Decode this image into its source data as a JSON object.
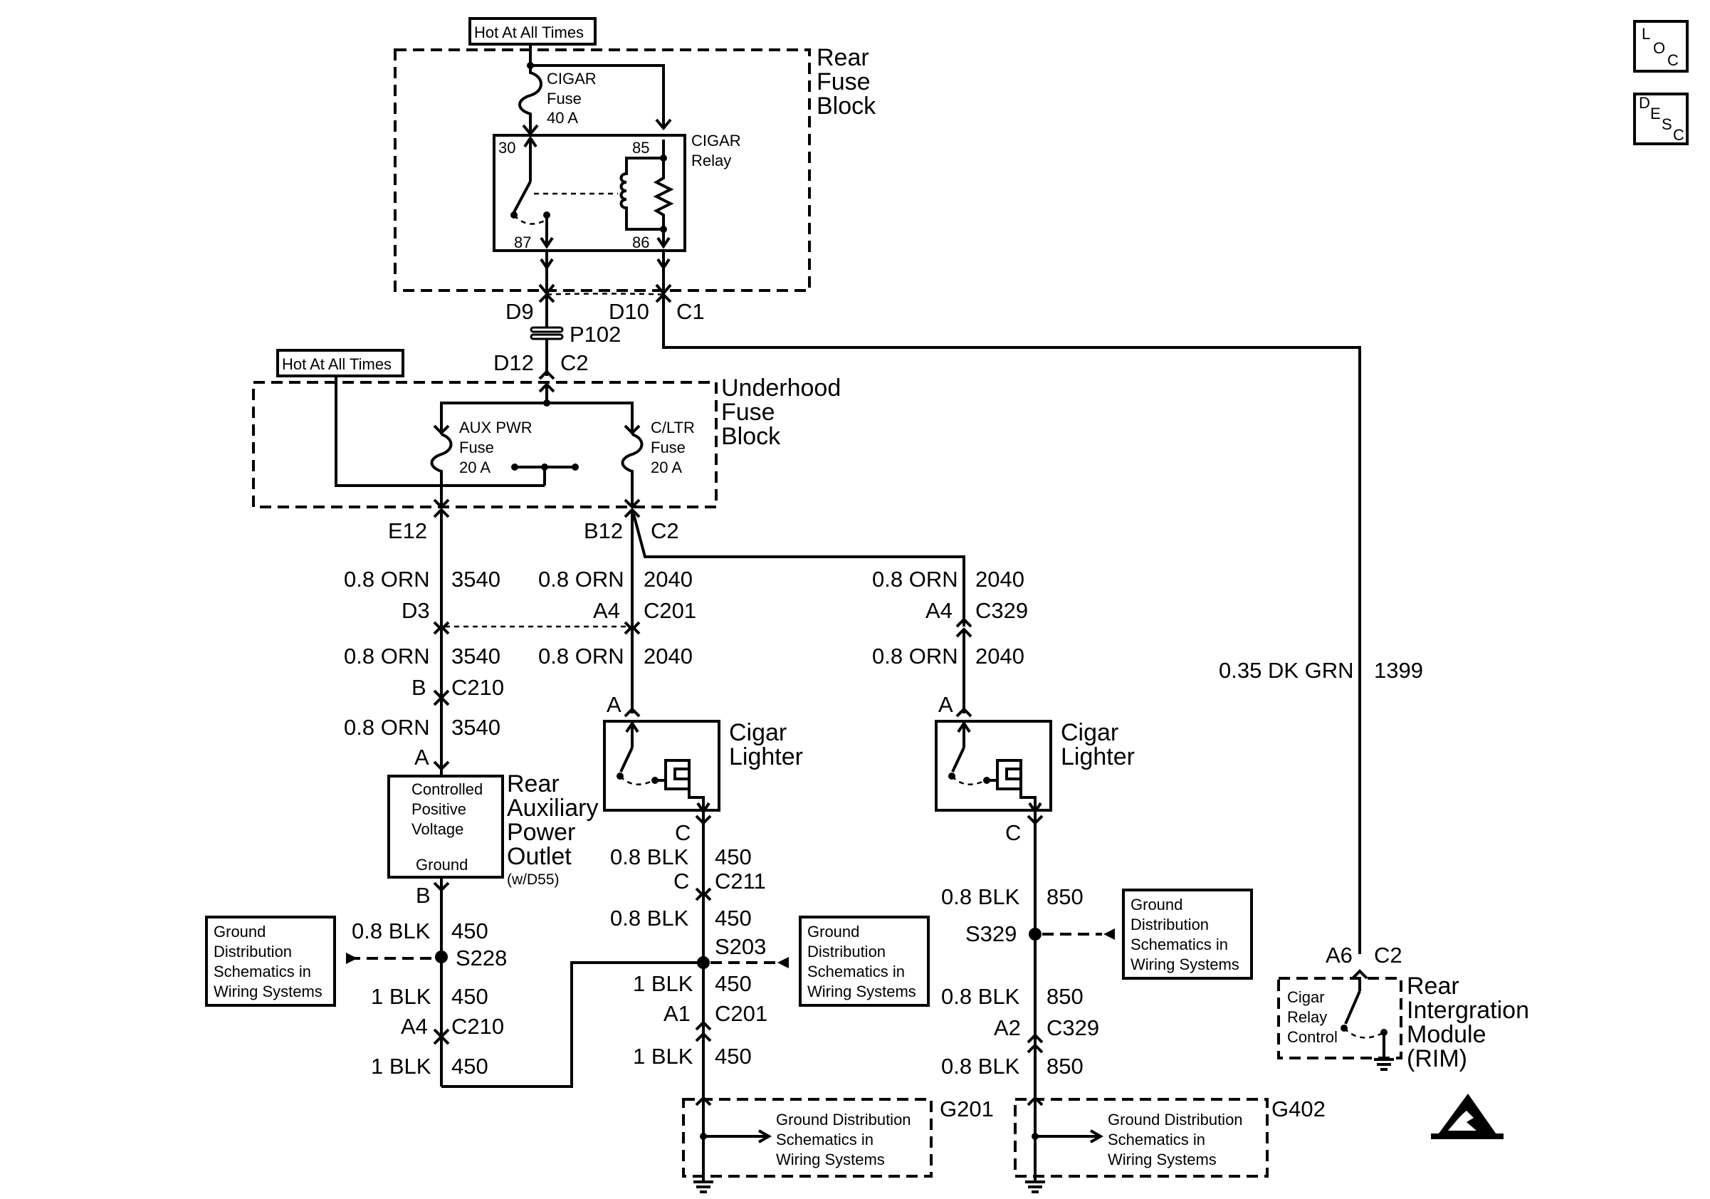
{
  "power_labels": {
    "hot_rear": "Hot At All Times",
    "hot_underhood": "Hot At All Times"
  },
  "icons": {
    "loc_box": {
      "l": "L",
      "o": "O",
      "c": "C"
    },
    "desc_box": {
      "d": "D",
      "e": "E",
      "s": "S",
      "c": "C"
    },
    "esd": "esd-warning-icon"
  },
  "rear_fuse_block": {
    "title": [
      "Rear",
      "Fuse",
      "Block"
    ],
    "fuse": [
      "CIGAR",
      "Fuse",
      "40 A"
    ],
    "relay": [
      "CIGAR",
      "Relay"
    ],
    "pins": {
      "p30": "30",
      "p85": "85",
      "p87": "87",
      "p86": "86"
    }
  },
  "connectors": {
    "d9": "D9",
    "d10": "D10",
    "c1": "C1",
    "p102": "P102",
    "d12": "D12",
    "c2_top": "C2",
    "e12": "E12",
    "b12": "B12",
    "c2_mid": "C2",
    "d3": "D3",
    "a4_c201": "A4",
    "c201_top": "C201",
    "a4_c329": "A4",
    "c329_top": "C329",
    "b_c210": "B",
    "c210_top": "C210",
    "a_outlet": "A",
    "a_lighter1": "A",
    "a_lighter2": "A",
    "b_outlet": "B",
    "c_lighter1": "C",
    "c_c211": "C",
    "c211": "C211",
    "c_lighter2": "C",
    "a4_c210": "A4",
    "c210_bot": "C210",
    "a1": "A1",
    "c201_bot": "C201",
    "a2": "A2",
    "c329_bot": "C329",
    "a6": "A6",
    "c2_rim": "C2"
  },
  "splices": {
    "s228": "S228",
    "s203": "S203",
    "s329": "S329"
  },
  "grounds": {
    "g201": "G201",
    "g402": "G402"
  },
  "underhood_fuse_block": {
    "title": [
      "Underhood",
      "Fuse",
      "Block"
    ],
    "aux_fuse": [
      "AUX PWR",
      "Fuse",
      "20 A"
    ],
    "cltr_fuse": [
      "C/LTR",
      "Fuse",
      "20 A"
    ]
  },
  "wires": {
    "orn_3540_a": [
      "0.8 ORN",
      "3540"
    ],
    "orn_2040_a": [
      "0.8 ORN",
      "2040"
    ],
    "orn_2040_b": [
      "0.8 ORN",
      "2040"
    ],
    "orn_3540_b": [
      "0.8 ORN",
      "3540"
    ],
    "orn_2040_c": [
      "0.8 ORN",
      "2040"
    ],
    "orn_2040_d": [
      "0.8 ORN",
      "2040"
    ],
    "orn_3540_c": [
      "0.8 ORN",
      "3540"
    ],
    "blk_450_a": [
      "0.8 BLK",
      "450"
    ],
    "blk_450_b": [
      "0.8 BLK",
      "450"
    ],
    "blk_450_c": [
      "0.8 BLK",
      "450"
    ],
    "blk_450_d": [
      "1 BLK",
      "450"
    ],
    "blk_450_e": [
      "1 BLK",
      "450"
    ],
    "blk_450_f": [
      "1 BLK",
      "450"
    ],
    "blk_450_g": [
      "1 BLK",
      "450"
    ],
    "blk_850_a": [
      "0.8 BLK",
      "850"
    ],
    "blk_850_b": [
      "0.8 BLK",
      "850"
    ],
    "blk_850_c": [
      "0.8 BLK",
      "850"
    ],
    "grn_1399": [
      "0.35 DK GRN",
      "1399"
    ]
  },
  "rear_outlet": {
    "box": [
      "Controlled",
      "Positive",
      "Voltage"
    ],
    "ground": "Ground",
    "title": [
      "Rear",
      "Auxiliary",
      "Power",
      "Outlet"
    ],
    "note": "(w/D55)"
  },
  "cigar_lighter_1": [
    "Cigar",
    "Lighter"
  ],
  "cigar_lighter_2": [
    "Cigar",
    "Lighter"
  ],
  "ground_dist_boxes": {
    "left": [
      "Ground",
      "Distribution",
      "Schematics in",
      "Wiring Systems"
    ],
    "middle": [
      "Ground",
      "Distribution",
      "Schematics in",
      "Wiring Systems"
    ],
    "right": [
      "Ground",
      "Distribution",
      "Schematics in",
      "Wiring Systems"
    ],
    "g201_box": [
      "Ground Distribution",
      "Schematics in",
      "Wiring Systems"
    ],
    "g402_box": [
      "Ground Distribution",
      "Schematics in",
      "Wiring Systems"
    ]
  },
  "rim": {
    "box": [
      "Cigar",
      "Relay",
      "Control"
    ],
    "title": [
      "Rear",
      "Intergration",
      "Module",
      "(RIM)"
    ]
  }
}
